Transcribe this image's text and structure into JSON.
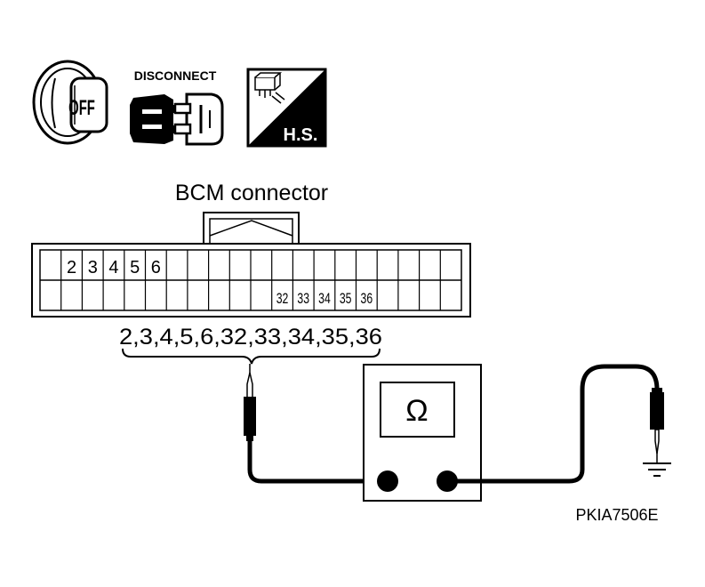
{
  "icons": {
    "ignition_key": {
      "icon": "ignition-off-icon",
      "text": "OFF"
    },
    "disconnect": {
      "icon": "disconnect-connector-icon",
      "label": "DISCONNECT"
    },
    "harness_side": {
      "icon": "harness-side-icon",
      "label": "H.S."
    }
  },
  "connector": {
    "title": "BCM connector",
    "top_row_pins": [
      "2",
      "3",
      "4",
      "5",
      "6"
    ],
    "bottom_row_pins": [
      "32",
      "33",
      "34",
      "35",
      "36"
    ]
  },
  "terminals_label": "2,3,4,5,6,32,33,34,35,36",
  "meter": {
    "symbol": "Ω"
  },
  "figure_code": "PKIA7506E"
}
